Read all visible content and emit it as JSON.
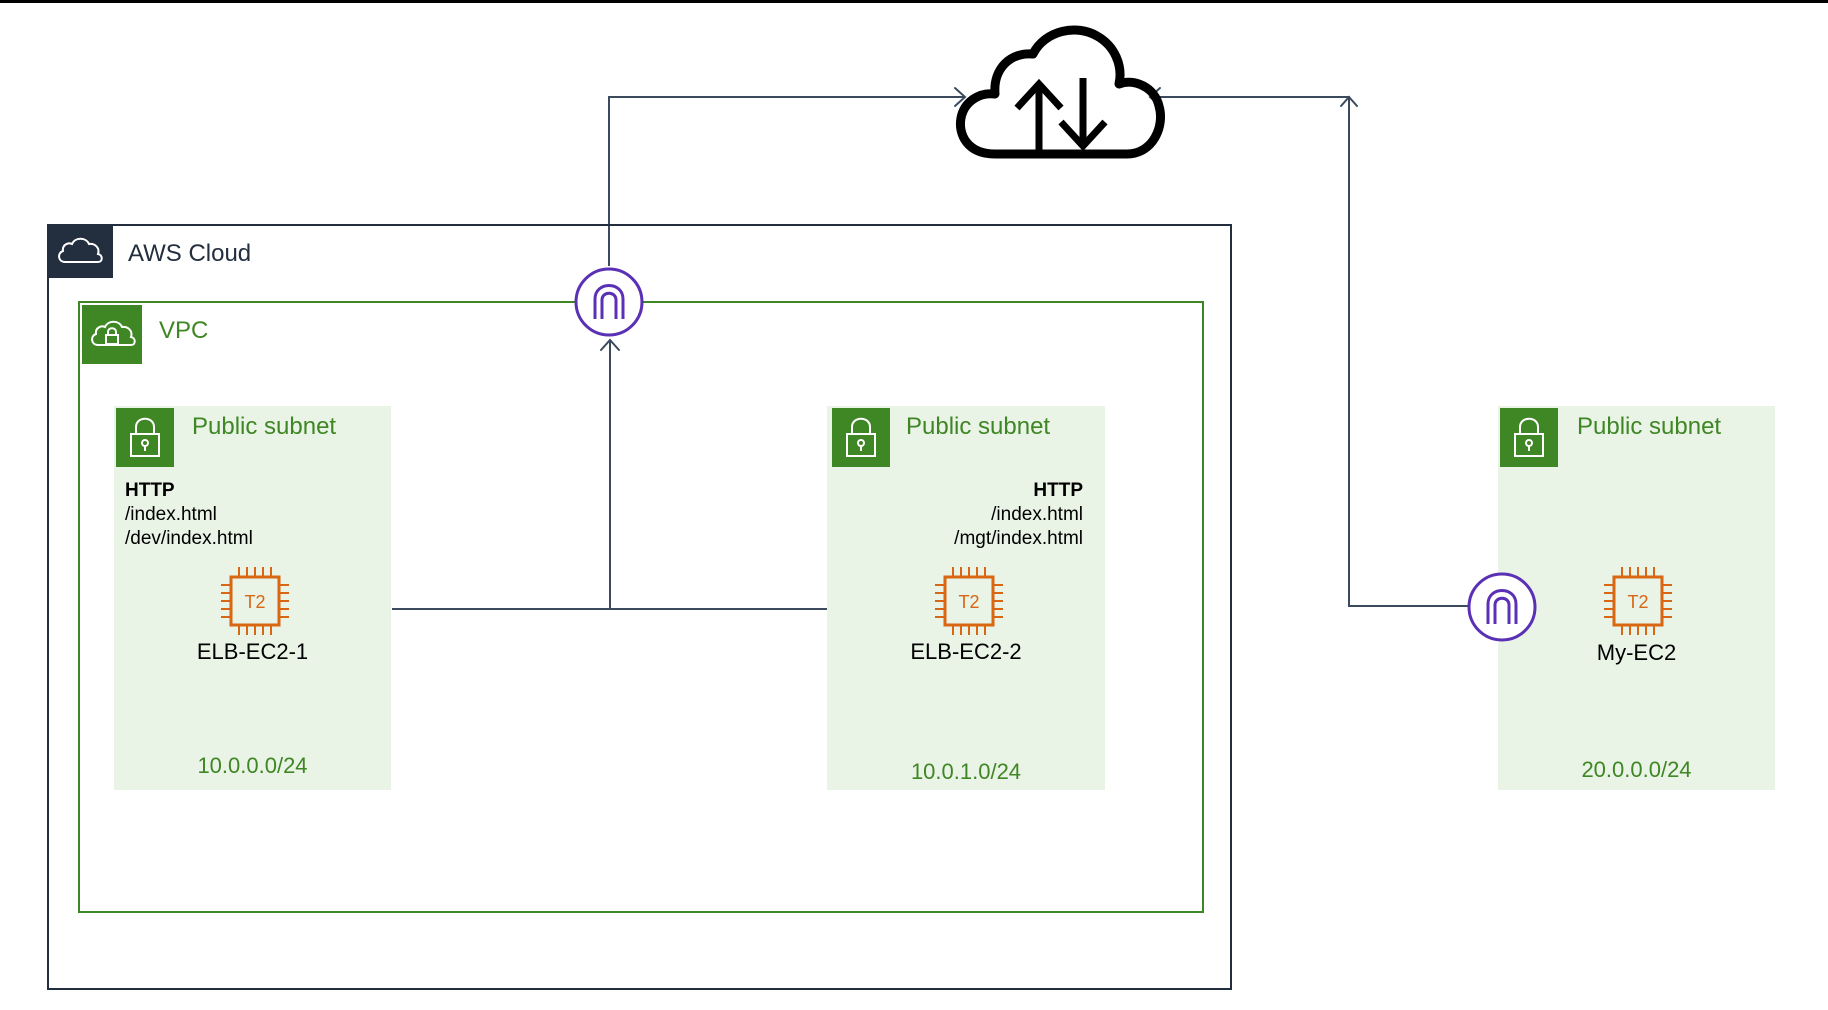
{
  "aws_cloud": {
    "label": "AWS Cloud"
  },
  "vpc": {
    "label": "VPC"
  },
  "subnets": [
    {
      "label": "Public subnet",
      "http": {
        "header": "HTTP",
        "paths": [
          "/index.html",
          "/dev/index.html"
        ]
      },
      "instance": {
        "type": "T2",
        "name": "ELB-EC2-1"
      },
      "cidr": "10.0.0.0/24"
    },
    {
      "label": "Public subnet",
      "http": {
        "header": "HTTP",
        "paths": [
          "/index.html",
          "/mgt/index.html"
        ]
      },
      "instance": {
        "type": "T2",
        "name": "ELB-EC2-2"
      },
      "cidr": "10.0.1.0/24"
    },
    {
      "label": "Public subnet",
      "instance": {
        "type": "T2",
        "name": "My-EC2"
      },
      "cidr": "20.0.0.0/24"
    }
  ],
  "icons": {
    "aws_cloud": "cloud-icon",
    "vpc": "cloud-lock-icon",
    "subnet": "padlock-icon",
    "ec2": "ec2-t2-chip-icon",
    "gateway": "internet-gateway-icon",
    "internet": "internet-upload-download-icon"
  },
  "colors": {
    "aws_dark": "#232f3e",
    "vpc_green": "#3f8624",
    "subnet_fill": "#e9f3e6",
    "ec2_orange": "#d86613",
    "gateway_purple": "#5a30b5",
    "connector": "#3b4a5c"
  }
}
